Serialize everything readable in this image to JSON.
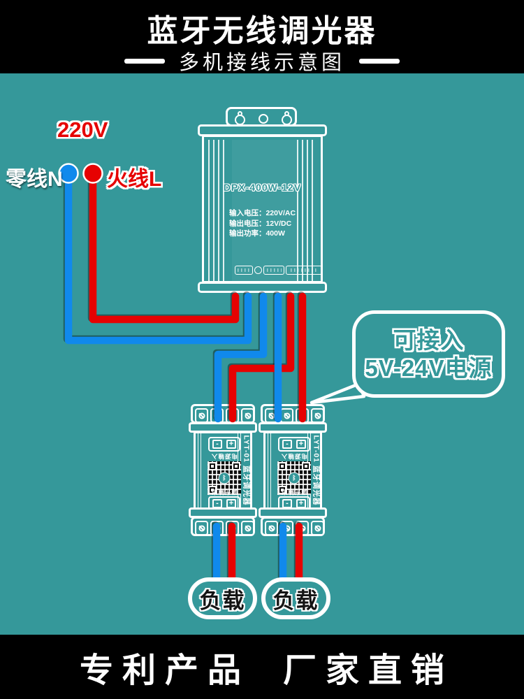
{
  "colors": {
    "background": "#35989A",
    "banner": "#000000",
    "wire-blue": "#1089EC",
    "wire-red": "#E60202",
    "white": "#FFFFFF",
    "qr-dark": "#101010",
    "load-text": "#141414"
  },
  "header": {
    "title": "蓝牙无线调光器",
    "subtitle": "多机接线示意图"
  },
  "power_input": {
    "voltage": "220V",
    "neutral": "零线N",
    "live": "火线L"
  },
  "psu": {
    "model": "DPX-400W-12V",
    "specs": [
      "输入电压：220V/AC",
      "输出电压：12V/DC",
      "输出功率：400W"
    ]
  },
  "bubble": {
    "line1": "可接入",
    "line2": "5V-24V电源"
  },
  "dimmers": [
    {
      "model": "LYT-01 蓝牙调光器",
      "input_label": "电源输入",
      "output_label": "调光输出",
      "minus": "-",
      "plus": "+"
    },
    {
      "model": "LYT-01 蓝牙调光器",
      "input_label": "电源输入",
      "output_label": "调光输出",
      "minus": "-",
      "plus": "+"
    }
  ],
  "loads": [
    {
      "label": "负载"
    },
    {
      "label": "负载"
    }
  ],
  "footer": {
    "left": "专利产品",
    "right": "厂家直销"
  },
  "icons": {
    "bluetooth": "ᛒ"
  }
}
